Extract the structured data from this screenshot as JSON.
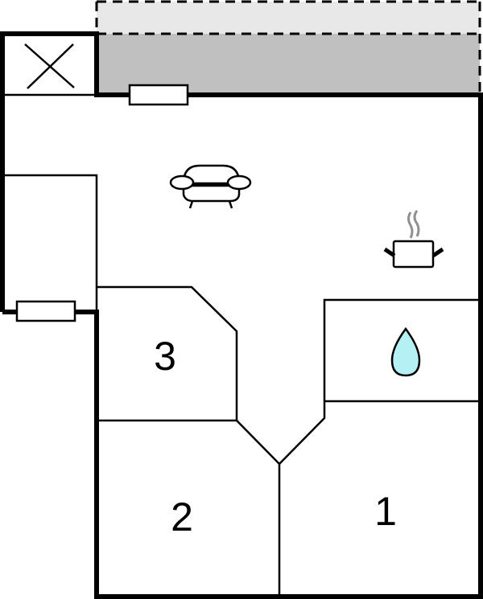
{
  "diagram": {
    "type": "floor-plan",
    "rooms": [
      {
        "id": "bedroom-1",
        "label": "1"
      },
      {
        "id": "bedroom-2",
        "label": "2"
      },
      {
        "id": "bedroom-3",
        "label": "3"
      },
      {
        "id": "bathroom",
        "icon": "water-drop-icon"
      },
      {
        "id": "living-kitchen",
        "icons": [
          "sofa-icon",
          "cooking-pot-icon"
        ]
      },
      {
        "id": "chimney",
        "icon": "cross-icon"
      },
      {
        "id": "terrace",
        "style": "shaded"
      },
      {
        "id": "balcony",
        "style": "dashed-outline"
      }
    ],
    "colors": {
      "wall": "#000000",
      "terrace": "#c0c0c0",
      "balcony": "#e8e8e8",
      "water": "#b4f0f4",
      "steam": "#909090"
    }
  }
}
